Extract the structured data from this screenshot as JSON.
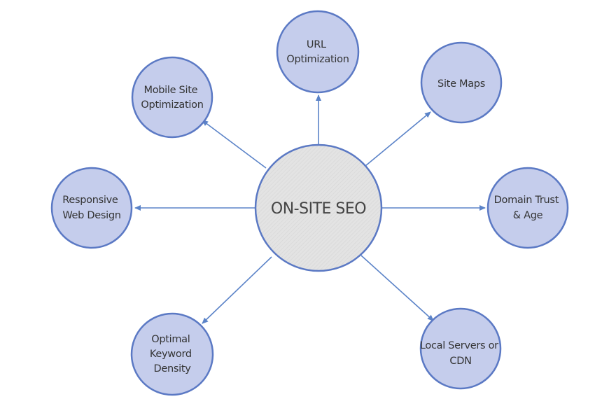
{
  "diagram": {
    "center": {
      "label": "ON-SITE SEO"
    },
    "nodes": [
      {
        "id": "url-optimization",
        "lines": [
          "URL",
          "Optimization"
        ]
      },
      {
        "id": "site-maps",
        "lines": [
          "Site Maps"
        ]
      },
      {
        "id": "domain-trust-age",
        "lines": [
          "Domain Trust",
          "& Age"
        ]
      },
      {
        "id": "local-servers-cdn",
        "lines": [
          "Local Servers or",
          "CDN"
        ]
      },
      {
        "id": "optimal-keyword-density",
        "lines": [
          "Optimal",
          "Keyword",
          "Density"
        ]
      },
      {
        "id": "responsive-web-design",
        "lines": [
          "Responsive",
          "Web Design"
        ]
      },
      {
        "id": "mobile-site-optimization",
        "lines": [
          "Mobile Site",
          "Optimization"
        ]
      }
    ]
  }
}
